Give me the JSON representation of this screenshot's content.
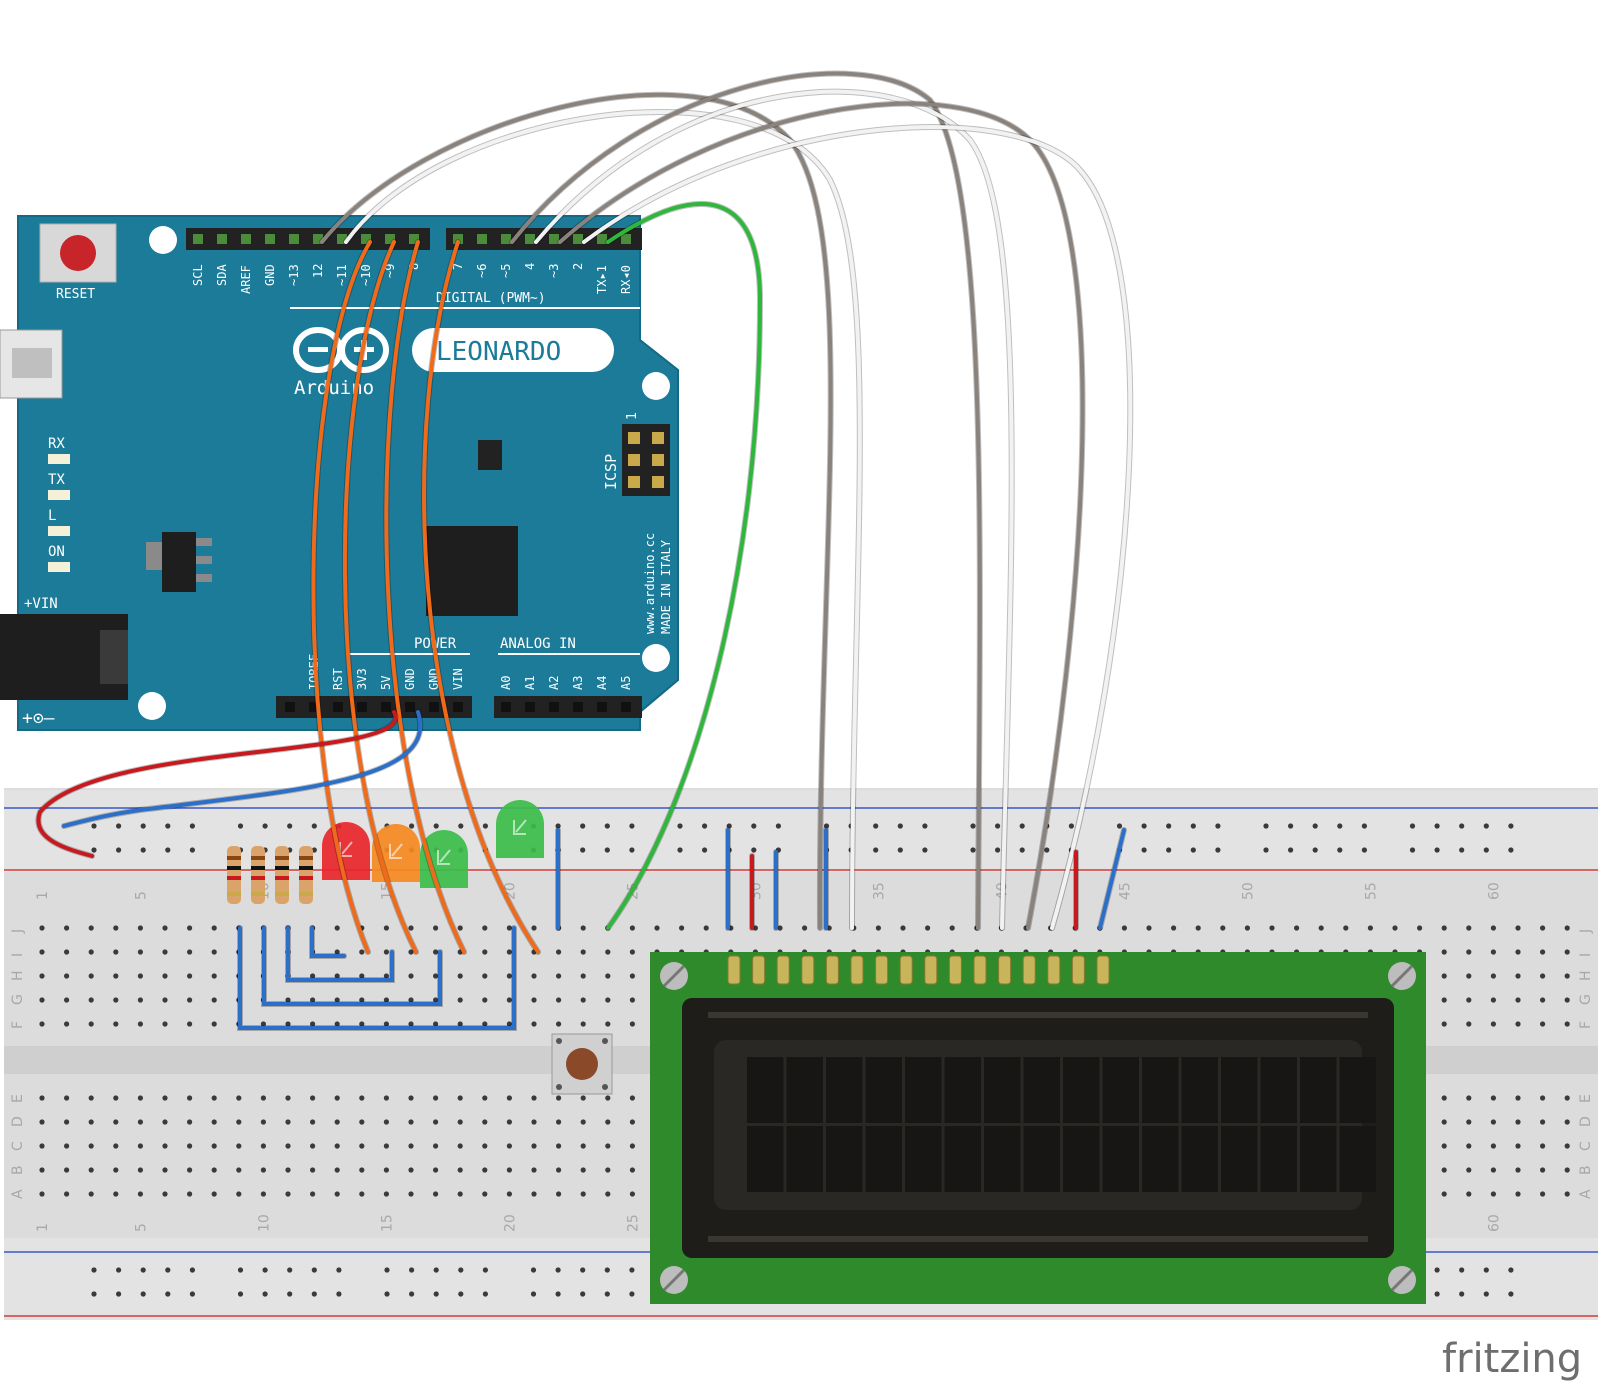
{
  "board": {
    "reset_label": "RESET",
    "header_top_labels": [
      "SCL",
      "SDA",
      "AREF",
      "GND",
      "~13",
      "12",
      "~11",
      "~10",
      "~9",
      "8",
      "7",
      "~6",
      "~5",
      "4",
      "~3",
      "2",
      "TX▸1",
      "RX◂0"
    ],
    "digital_label": "DIGITAL (PWM~)",
    "model_label": "LEONARDO",
    "brand_label": "Arduino",
    "led_labels": [
      "RX",
      "TX",
      "L",
      "ON"
    ],
    "icsp_label": "ICSP",
    "icsp_pin1": "1",
    "vin_label": "+VIN",
    "polarity_label": "+⊙–",
    "power_label": "POWER",
    "analog_label": "ANALOG IN",
    "power_pins": [
      "IOREF",
      "RST",
      "3V3",
      "5V",
      "GND",
      "GND",
      "VIN"
    ],
    "analog_pins": [
      "A0",
      "A1",
      "A2",
      "A3",
      "A4",
      "A5"
    ],
    "website": "www.arduino.cc",
    "made_in": "MADE IN ITALY"
  },
  "breadboard": {
    "column_numbers": [
      "1",
      "5",
      "10",
      "15",
      "20",
      "25",
      "30",
      "35",
      "40",
      "45",
      "50",
      "55",
      "60"
    ],
    "row_letters_top": [
      "J",
      "I",
      "H",
      "G",
      "F"
    ],
    "row_letters_bottom": [
      "E",
      "D",
      "C",
      "B",
      "A"
    ]
  },
  "lcd": {
    "pin_count": 16,
    "columns": 16,
    "rows": 2
  },
  "leds": [
    {
      "color": "#e8262b"
    },
    {
      "color": "#f5891f"
    },
    {
      "color": "#3bbd4a"
    },
    {
      "color": "#3bbd4a"
    }
  ],
  "wire_colors": {
    "orange": "#ef6a1a",
    "red": "#c8191e",
    "blue": "#2b6fc8",
    "green": "#2fb73c",
    "gray": "#8a837d",
    "white": "#f2f2f2"
  },
  "logo": "fritzing"
}
